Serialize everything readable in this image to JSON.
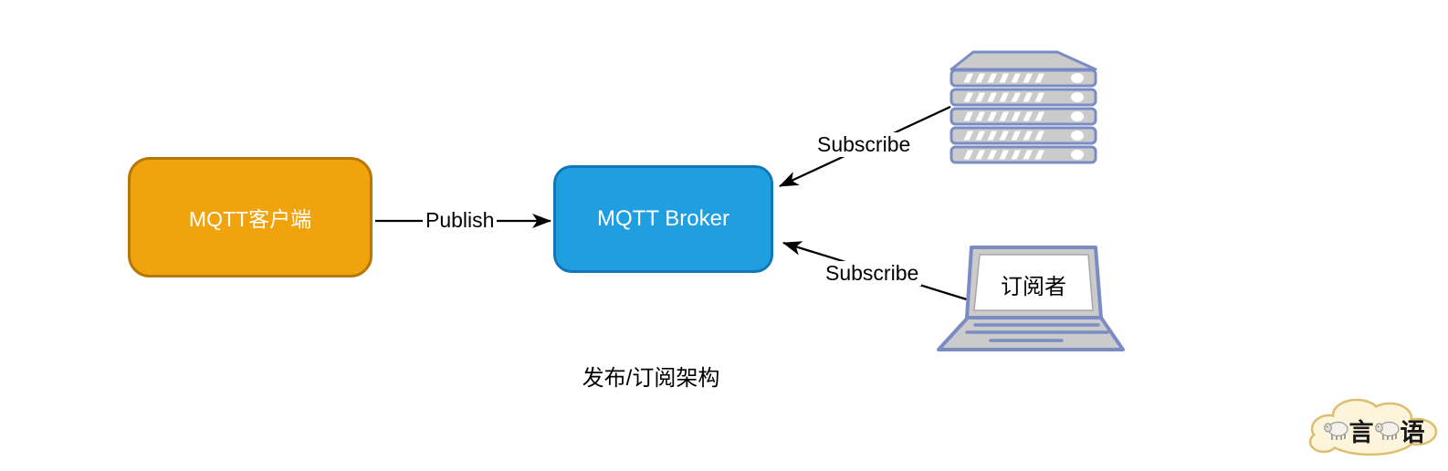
{
  "diagram": {
    "client_box": {
      "label": "MQTT客户端"
    },
    "broker_box": {
      "label": "MQTT Broker"
    },
    "edges": {
      "publish": {
        "label": "Publish"
      },
      "subscribe_top": {
        "label": "Subscribe"
      },
      "subscribe_bottom": {
        "label": "Subscribe"
      }
    },
    "subscriber": {
      "label": "订阅者"
    },
    "caption": "发布/订阅架构",
    "icons": {
      "publisher_target": "server-stack-icon",
      "subscriber_device": "laptop-icon"
    },
    "colors": {
      "client_fill": "#F0A30C",
      "client_border": "#B77803",
      "broker_fill": "#1F9FE0",
      "broker_border": "#1178B8",
      "device_fill": "#CBCBCB",
      "device_stroke": "#7B8CC4",
      "arrow": "#000000"
    }
  },
  "watermark": {
    "part1": "言",
    "part2": "语",
    "sheep_icon": "🐑",
    "cloud_fill": "#FCF5DC",
    "cloud_border": "#DCBE6E"
  }
}
